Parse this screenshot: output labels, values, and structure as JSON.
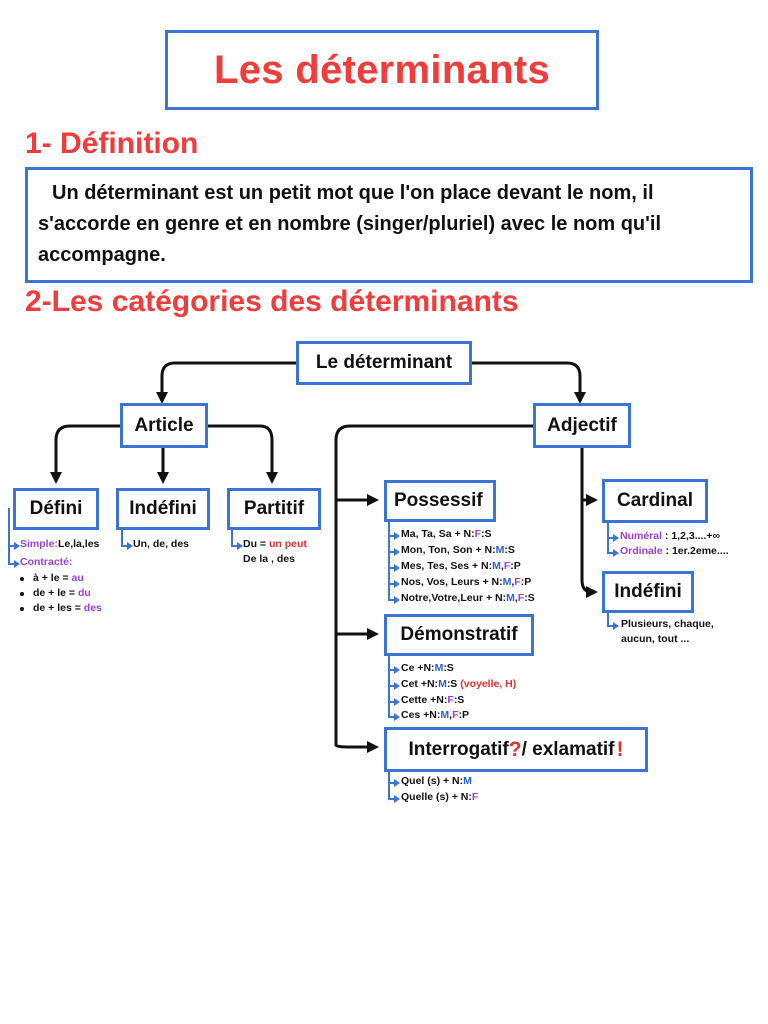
{
  "title": "Les déterminants",
  "section1": "1- Définition",
  "definition": "Un déterminant est un petit mot que l'on place devant le nom, il s'accorde en genre et en nombre (singer/pluriel) avec le nom qu'il accompagne.",
  "section2": "2-Les catégories des déterminants",
  "root": "Le déterminant",
  "article": {
    "label": "Article",
    "defini": {
      "label": "Défini",
      "simple_label": "Simple:",
      "simple_value": "Le,la,les",
      "contracte_label": "Contracté:",
      "contracte": [
        {
          "base": "à + le = ",
          "result": "au"
        },
        {
          "base": "de + le = ",
          "result": "du"
        },
        {
          "base": "de + les = ",
          "result": "des"
        }
      ]
    },
    "indefini": {
      "label": "Indéfini",
      "items": "Un, de, des"
    },
    "partitif": {
      "label": "Partitif",
      "line1_base": "Du = ",
      "line1_red": "un peut",
      "line2": "De la , des"
    }
  },
  "adjectif": {
    "label": "Adjectif",
    "possessif": {
      "label": "Possessif",
      "items": [
        {
          "a": "Ma, Ta, Sa + N:",
          "b": "F",
          "c": ":S",
          "bc": "pur"
        },
        {
          "a": "Mon, Ton, Son + N:",
          "b": "M",
          "c": ":S",
          "bc": "blu"
        },
        {
          "a": "Mes, Tes, Ses + N:",
          "b": "M",
          "sep": ",",
          "b2": "F",
          "c": ":P"
        },
        {
          "a": "Nos, Vos, Leurs + N:",
          "b": "M",
          "sep": ",",
          "b2": "F",
          "c": ":P"
        },
        {
          "a": "Notre,Votre,Leur + N:",
          "b": "M",
          "sep": ",",
          "b2": "F",
          "c": ":S"
        }
      ]
    },
    "demonstratif": {
      "label": "Démonstratif",
      "items": [
        {
          "a": "Ce +N:",
          "b": "M",
          "c": ":S",
          "bc": "blu"
        },
        {
          "a": "Cet +N:",
          "b": "M",
          "c": ":S",
          "bc": "blu",
          "note": "(voyelle, H)"
        },
        {
          "a": "Cette +N:",
          "b": "F",
          "c": ":S",
          "bc": "pur"
        },
        {
          "a": "Ces +N:",
          "b": "M",
          "sep": ",",
          "b2": "F",
          "c": ":P"
        }
      ]
    },
    "interrogatif": {
      "label": "Interrogatif",
      "q_mark": "?",
      "slash": "/ exlamatif",
      "excl_mark": "!",
      "items": [
        {
          "a": "Quel (s) + N:",
          "b": "M",
          "bc": "blu"
        },
        {
          "a": "Quelle (s) + N:",
          "b": "F",
          "bc": "pur"
        }
      ]
    },
    "cardinal": {
      "label": "Cardinal",
      "numeral_label": "Numéral",
      "numeral_value": " : 1,2,3....+∞",
      "ordinale_label": "Ordinale",
      "ordinale_value": " : 1er.2eme...."
    },
    "indefini": {
      "label": "Indéfini",
      "line1": "Plusieurs, chaque,",
      "line2": "aucun, tout ..."
    }
  },
  "colors": {
    "accent_red": "#f23c3c",
    "box_blue": "#3a74d4",
    "purple": "#9b3fd8",
    "blue": "#2a5fd0"
  }
}
